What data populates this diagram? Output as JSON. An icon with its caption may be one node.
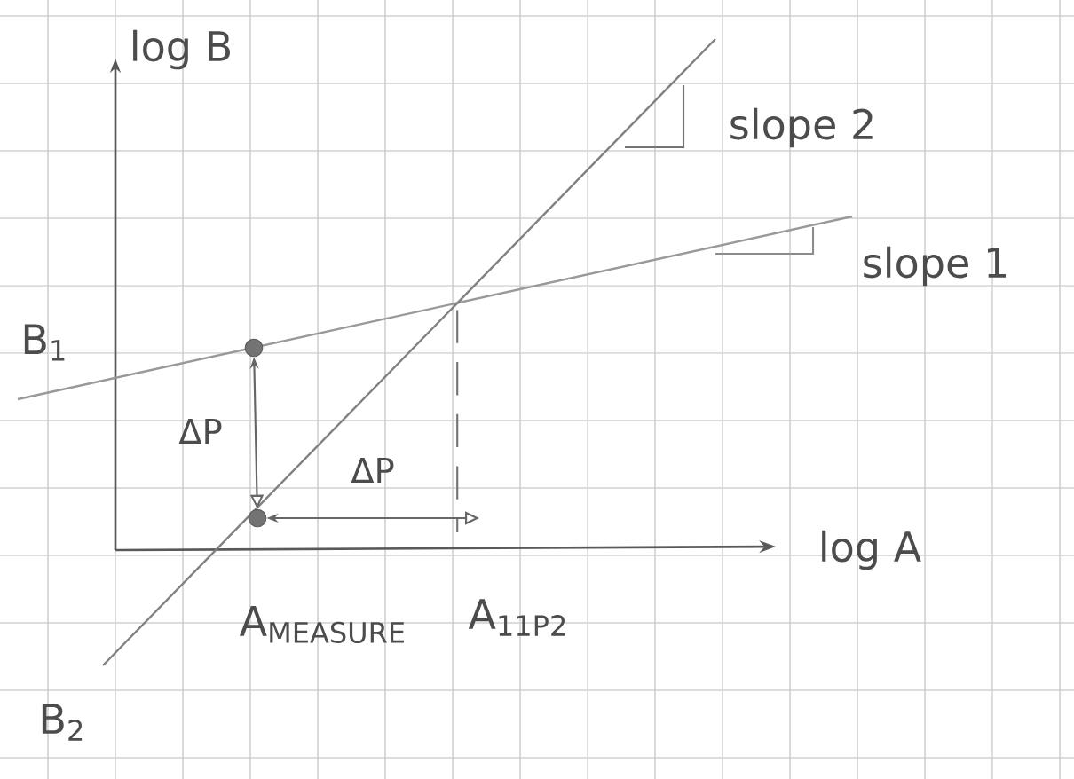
{
  "diagram": {
    "nodes": [
      {
        "text": [],
        "shape": "circle"
      },
      {
        "text": [],
        "shape": "circle"
      }
    ],
    "edges": [
      {
        "from": 0,
        "to": 1,
        "arrow": "both",
        "label": "ΔP"
      },
      {
        "from": 1,
        "to": null,
        "arrow": "both",
        "label": "ΔP"
      }
    ],
    "labels": [
      "log B",
      "slope 2",
      "slope 1",
      "B$_{1}$",
      "log A",
      "A$_{MEASURE}$",
      "A$_{11P2}$",
      "B$_{2}$"
    ]
  }
}
